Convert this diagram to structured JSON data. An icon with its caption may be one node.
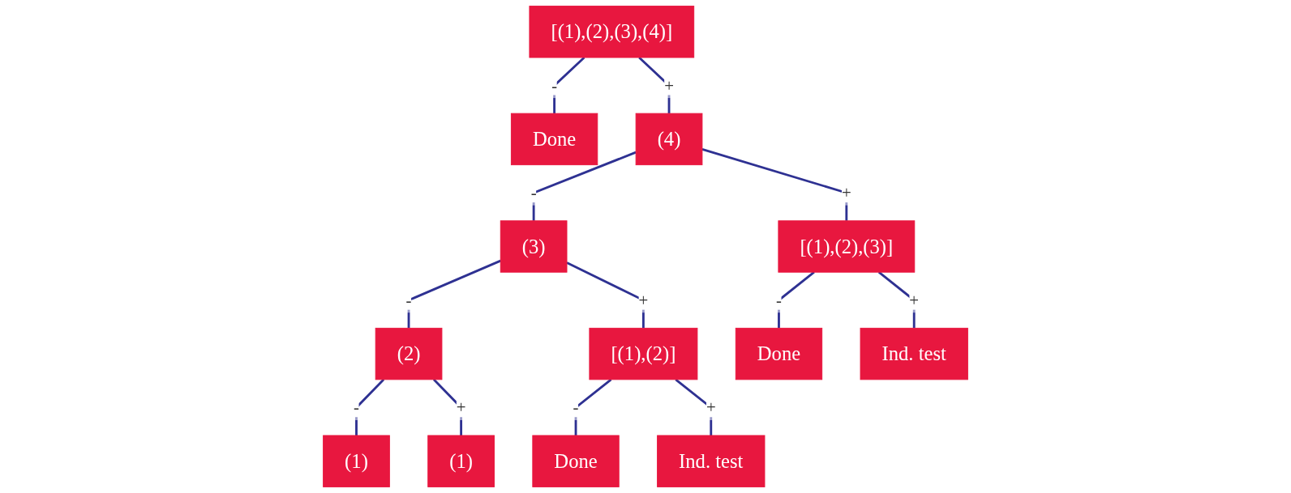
{
  "diagram": {
    "nodes": [
      {
        "text": [
          "[(1),(2),(3),(4)]"
        ]
      },
      {
        "text": [
          "Done"
        ]
      },
      {
        "text": [
          "(4)"
        ]
      },
      {
        "text": [
          "(3)"
        ]
      },
      {
        "text": [
          "[(1),(2),(3)]"
        ]
      },
      {
        "text": [
          "(2)"
        ]
      },
      {
        "text": [
          "[(1),(2)]"
        ]
      },
      {
        "text": [
          "Done"
        ]
      },
      {
        "text": [
          "Ind. test"
        ]
      },
      {
        "text": [
          "(1)"
        ]
      },
      {
        "text": [
          "(1)"
        ]
      },
      {
        "text": [
          "Done"
        ]
      },
      {
        "text": [
          "Ind. test"
        ]
      }
    ],
    "edges": [
      {
        "from": 0,
        "to": 1,
        "arrow": "none",
        "label": "-"
      },
      {
        "from": 0,
        "to": 2,
        "arrow": "none",
        "label": "+"
      },
      {
        "from": 2,
        "to": 3,
        "arrow": "none",
        "label": "-"
      },
      {
        "from": 2,
        "to": 4,
        "arrow": "none",
        "label": "+"
      },
      {
        "from": 3,
        "to": 5,
        "arrow": "none",
        "label": "-"
      },
      {
        "from": 3,
        "to": 6,
        "arrow": "none",
        "label": "+"
      },
      {
        "from": 4,
        "to": 7,
        "arrow": "none",
        "label": "-"
      },
      {
        "from": 4,
        "to": 8,
        "arrow": "none",
        "label": "+"
      },
      {
        "from": 5,
        "to": 9,
        "arrow": "none",
        "label": "-"
      },
      {
        "from": 5,
        "to": 10,
        "arrow": "none",
        "label": "+"
      },
      {
        "from": 6,
        "to": 11,
        "arrow": "none",
        "label": "-"
      },
      {
        "from": 6,
        "to": 12,
        "arrow": "none",
        "label": "+"
      }
    ]
  }
}
